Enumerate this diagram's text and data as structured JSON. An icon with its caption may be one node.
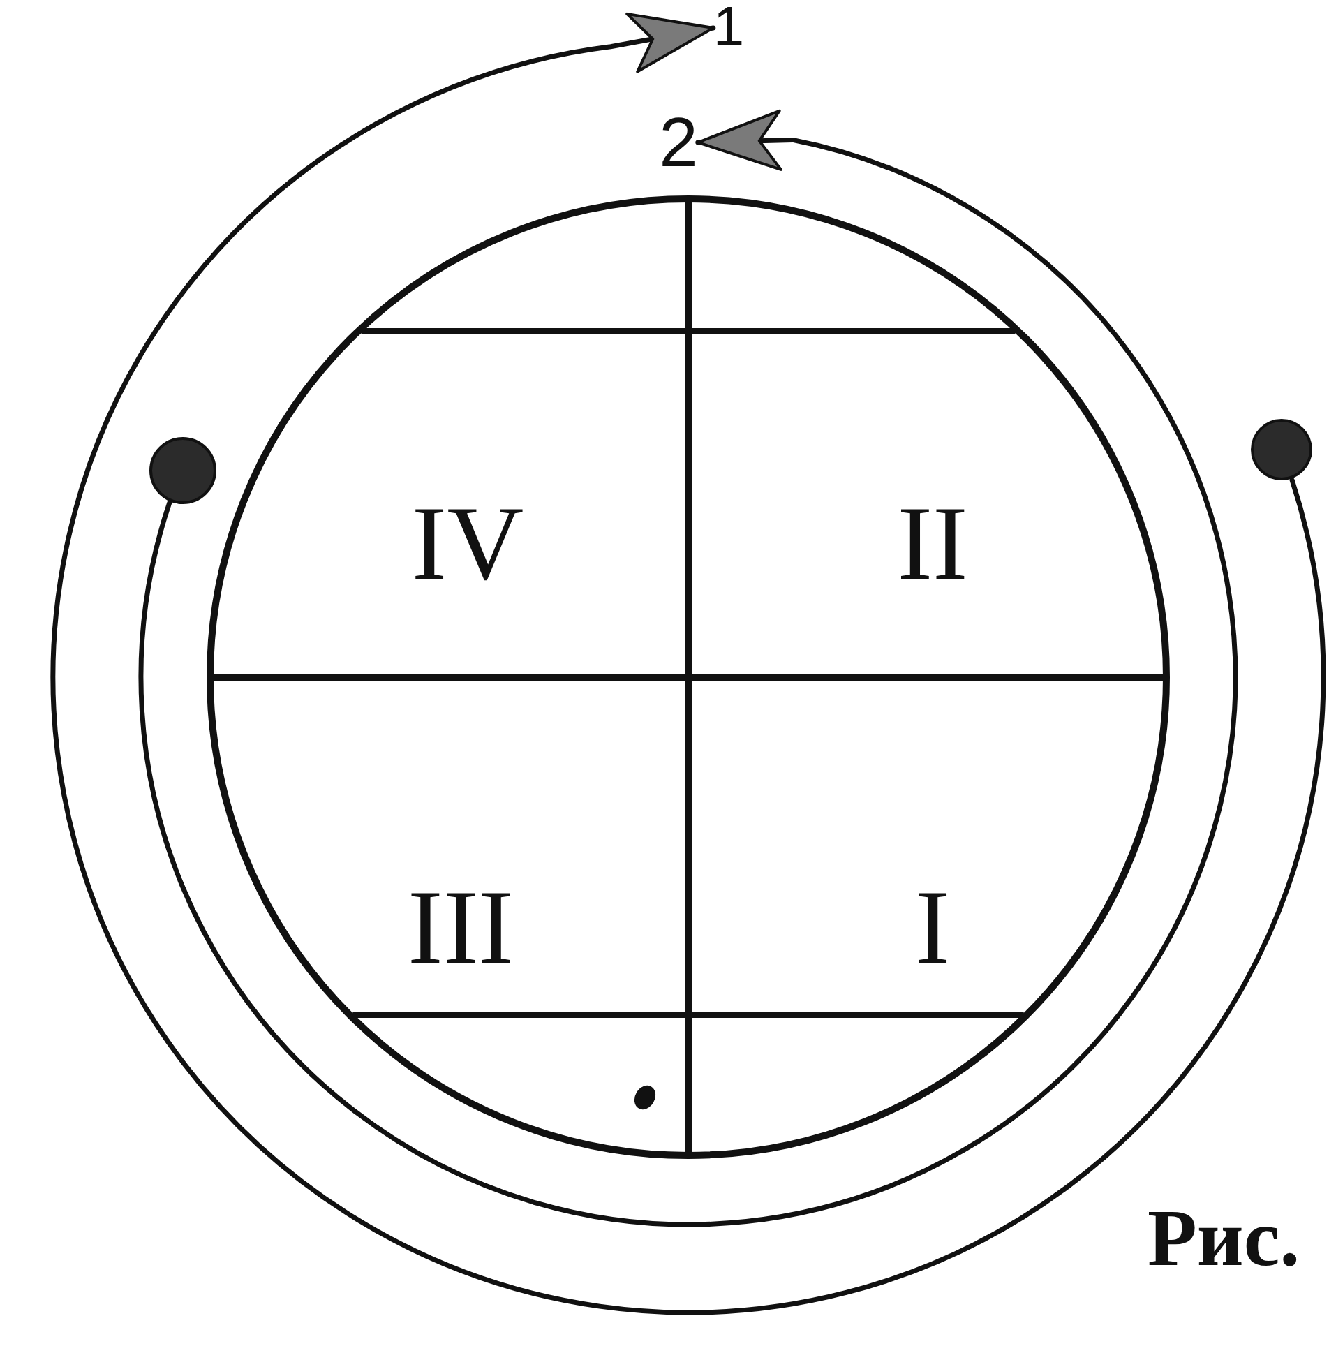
{
  "diagram": {
    "caption": "Рис.",
    "nodes": [
      {
        "text": [
          "1"
        ]
      },
      {
        "text": [
          "2"
        ]
      },
      {
        "text": [],
        "shape": "circle"
      },
      {
        "text": [],
        "shape": "circle"
      },
      {
        "text": [],
        "shape": "circle"
      },
      {
        "text": [
          "IV"
        ],
        "in": 4
      },
      {
        "text": [
          "II"
        ],
        "in": 4
      },
      {
        "text": [
          "III"
        ],
        "in": 4
      },
      {
        "text": [
          "I"
        ],
        "in": 4
      }
    ],
    "edges": [
      {
        "from": 3,
        "to": 0,
        "arrow": "to"
      },
      {
        "from": 2,
        "to": 1,
        "arrow": "to"
      }
    ]
  }
}
